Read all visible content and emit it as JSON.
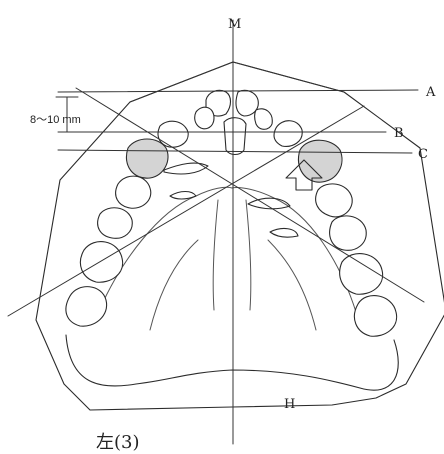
{
  "labels": {
    "midline_top": "M",
    "line_a": "A",
    "line_b": "B",
    "line_c": "C",
    "midline_bottom": "H",
    "measurement": "8～10 mm",
    "caption": "左(3)"
  },
  "colors": {
    "pencil": "#2b2b2b",
    "tooth_shading": "#d4d4d4",
    "background": "#ffffff"
  },
  "icons": {
    "arrow": "up-arrow-icon"
  }
}
